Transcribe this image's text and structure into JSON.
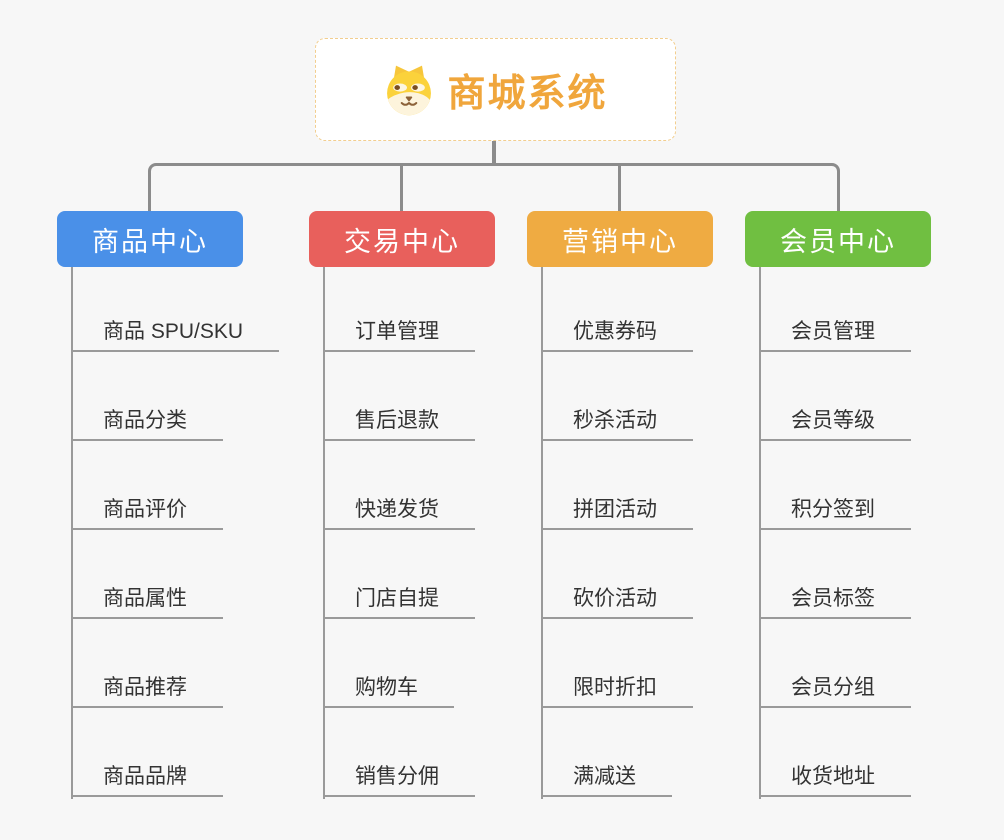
{
  "root": {
    "title": "商城系统",
    "icon": "dog-face-icon",
    "text_color": "#F0A63C",
    "border_color": "#F2CE8F"
  },
  "style": {
    "background_color": "#F7F7F7",
    "connector_color": "#8C8C8C",
    "leaf_line_color": "#9A9A9A",
    "leaf_text_color": "#333333"
  },
  "branches": [
    {
      "label": "商品中心",
      "color": "#4A90E8",
      "children": [
        "商品 SPU/SKU",
        "商品分类",
        "商品评价",
        "商品属性",
        "商品推荐",
        "商品品牌"
      ]
    },
    {
      "label": "交易中心",
      "color": "#E8605C",
      "children": [
        "订单管理",
        "售后退款",
        "快递发货",
        "门店自提",
        "购物车",
        "销售分佣"
      ]
    },
    {
      "label": "营销中心",
      "color": "#EFAB42",
      "children": [
        "优惠券码",
        "秒杀活动",
        "拼团活动",
        "砍价活动",
        "限时折扣",
        "满减送"
      ]
    },
    {
      "label": "会员中心",
      "color": "#70BF41",
      "children": [
        "会员管理",
        "会员等级",
        "积分签到",
        "会员标签",
        "会员分组",
        "收货地址"
      ]
    }
  ]
}
